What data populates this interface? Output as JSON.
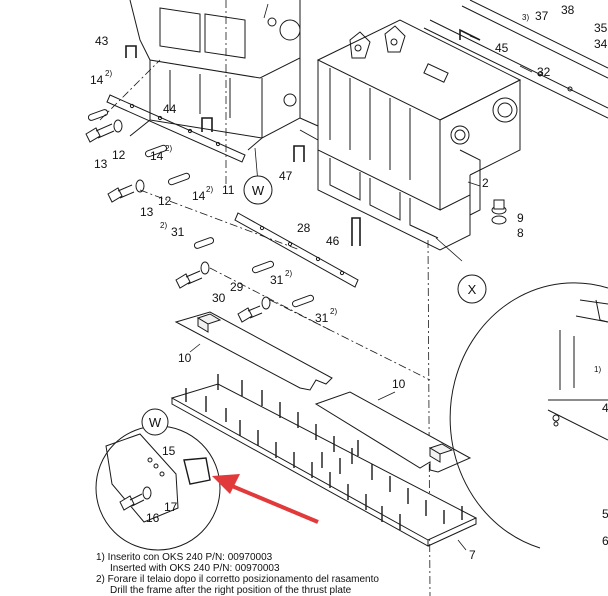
{
  "callouts": [
    {
      "id": "c43",
      "text": "43"
    },
    {
      "id": "c14a",
      "text": "14",
      "sup": "2)"
    },
    {
      "id": "c44",
      "text": "44"
    },
    {
      "id": "c13a",
      "text": "13"
    },
    {
      "id": "c12a",
      "text": "12"
    },
    {
      "id": "c14b",
      "text": "14",
      "sup": "2)"
    },
    {
      "id": "c11",
      "text": "11"
    },
    {
      "id": "c14c",
      "text": "14",
      "sup": "2)"
    },
    {
      "id": "c13b",
      "text": "13"
    },
    {
      "id": "c12b",
      "text": "12"
    },
    {
      "id": "c47",
      "text": "47"
    },
    {
      "id": "c45",
      "text": "45"
    },
    {
      "id": "c37",
      "text": "37",
      "pre": "3)"
    },
    {
      "id": "c38",
      "text": "38"
    },
    {
      "id": "c35",
      "text": "35"
    },
    {
      "id": "c34",
      "text": "34"
    },
    {
      "id": "c32",
      "text": "32"
    },
    {
      "id": "c2",
      "text": "2"
    },
    {
      "id": "c9",
      "text": "9"
    },
    {
      "id": "c8",
      "text": "8"
    },
    {
      "id": "c31a",
      "text": "31",
      "pre": "2)"
    },
    {
      "id": "c28",
      "text": "28"
    },
    {
      "id": "c46",
      "text": "46"
    },
    {
      "id": "c31b",
      "text": "31",
      "sup": "2)"
    },
    {
      "id": "c29",
      "text": "29"
    },
    {
      "id": "c30",
      "text": "30"
    },
    {
      "id": "c31c",
      "text": "31",
      "sup": "2)"
    },
    {
      "id": "c10a",
      "text": "10"
    },
    {
      "id": "c10b",
      "text": "10"
    },
    {
      "id": "c15",
      "text": "15"
    },
    {
      "id": "c17",
      "text": "17"
    },
    {
      "id": "c16",
      "text": "16"
    },
    {
      "id": "c7",
      "text": "7"
    },
    {
      "id": "c5",
      "text": "5"
    },
    {
      "id": "c6",
      "text": "6"
    },
    {
      "id": "c4",
      "text": "4"
    },
    {
      "id": "c1n",
      "text": "1)"
    }
  ],
  "detail_labels": {
    "w_top": "W",
    "w_circle": "W",
    "x": "X"
  },
  "notes": {
    "n1_it": "1) Inserito con OKS 240 P/N: 00970003",
    "n1_en": "Inserted with OKS 240 P/N: 00970003",
    "n2_it": "2) Forare il telaio dopo il corretto posizionamento del rasamento",
    "n2_en": "Drill the frame after the right position of the thrust plate"
  },
  "colors": {
    "line": "#1a1a1a",
    "arrow": "#e23a3a",
    "pad": "#f2f2f2"
  }
}
